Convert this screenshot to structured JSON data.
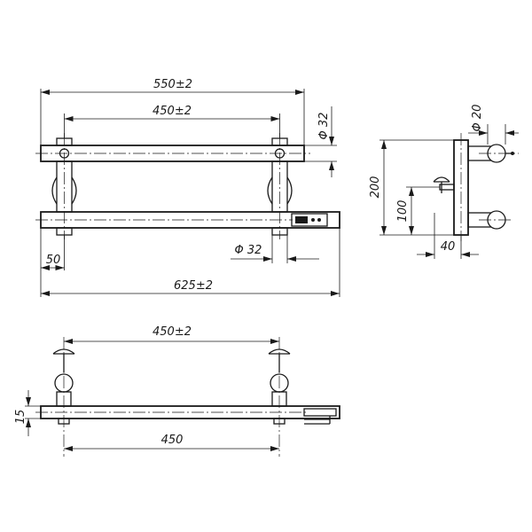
{
  "front_view": {
    "overall_width": "550±2",
    "mount_spacing": "450±2",
    "tube_diameter_top": "Φ 32",
    "tube_diameter_bottom": "Φ 32",
    "end_offset": "50",
    "total_length": "625±2"
  },
  "side_view": {
    "height": "200",
    "bracket_diameter": "Φ 20",
    "mid_height": "100",
    "depth": "40"
  },
  "top_view": {
    "mount_spacing": "450±2",
    "offset": "15",
    "bar_length": "450"
  }
}
